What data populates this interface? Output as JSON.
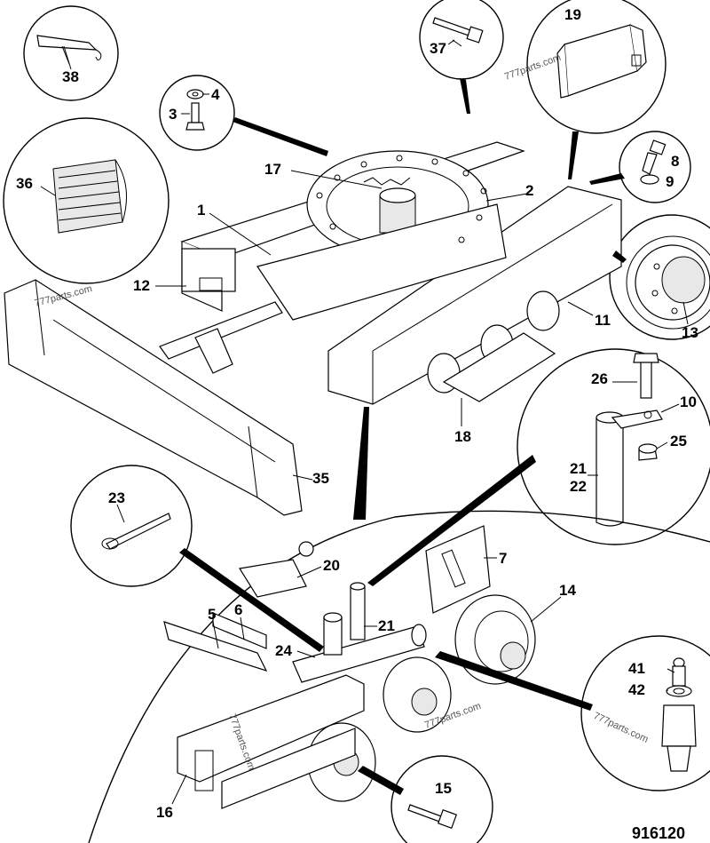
{
  "figure_number": "916120",
  "watermark": "777parts.com",
  "callouts": {
    "c1": "1",
    "c2": "2",
    "c3": "3",
    "c4": "4",
    "c5": "5",
    "c6": "6",
    "c7": "7",
    "c8": "8",
    "c9": "9",
    "c10": "10",
    "c11": "11",
    "c12": "12",
    "c13": "13",
    "c14": "14",
    "c15": "15",
    "c16": "16",
    "c17": "17",
    "c18": "18",
    "c19": "19",
    "c20": "20",
    "c21": "21",
    "c21b": "21",
    "c22": "22",
    "c23": "23",
    "c24": "24",
    "c25": "25",
    "c26": "26",
    "c35": "35",
    "c36": "36",
    "c37": "37",
    "c38": "38",
    "c41": "41",
    "c42": "42"
  }
}
